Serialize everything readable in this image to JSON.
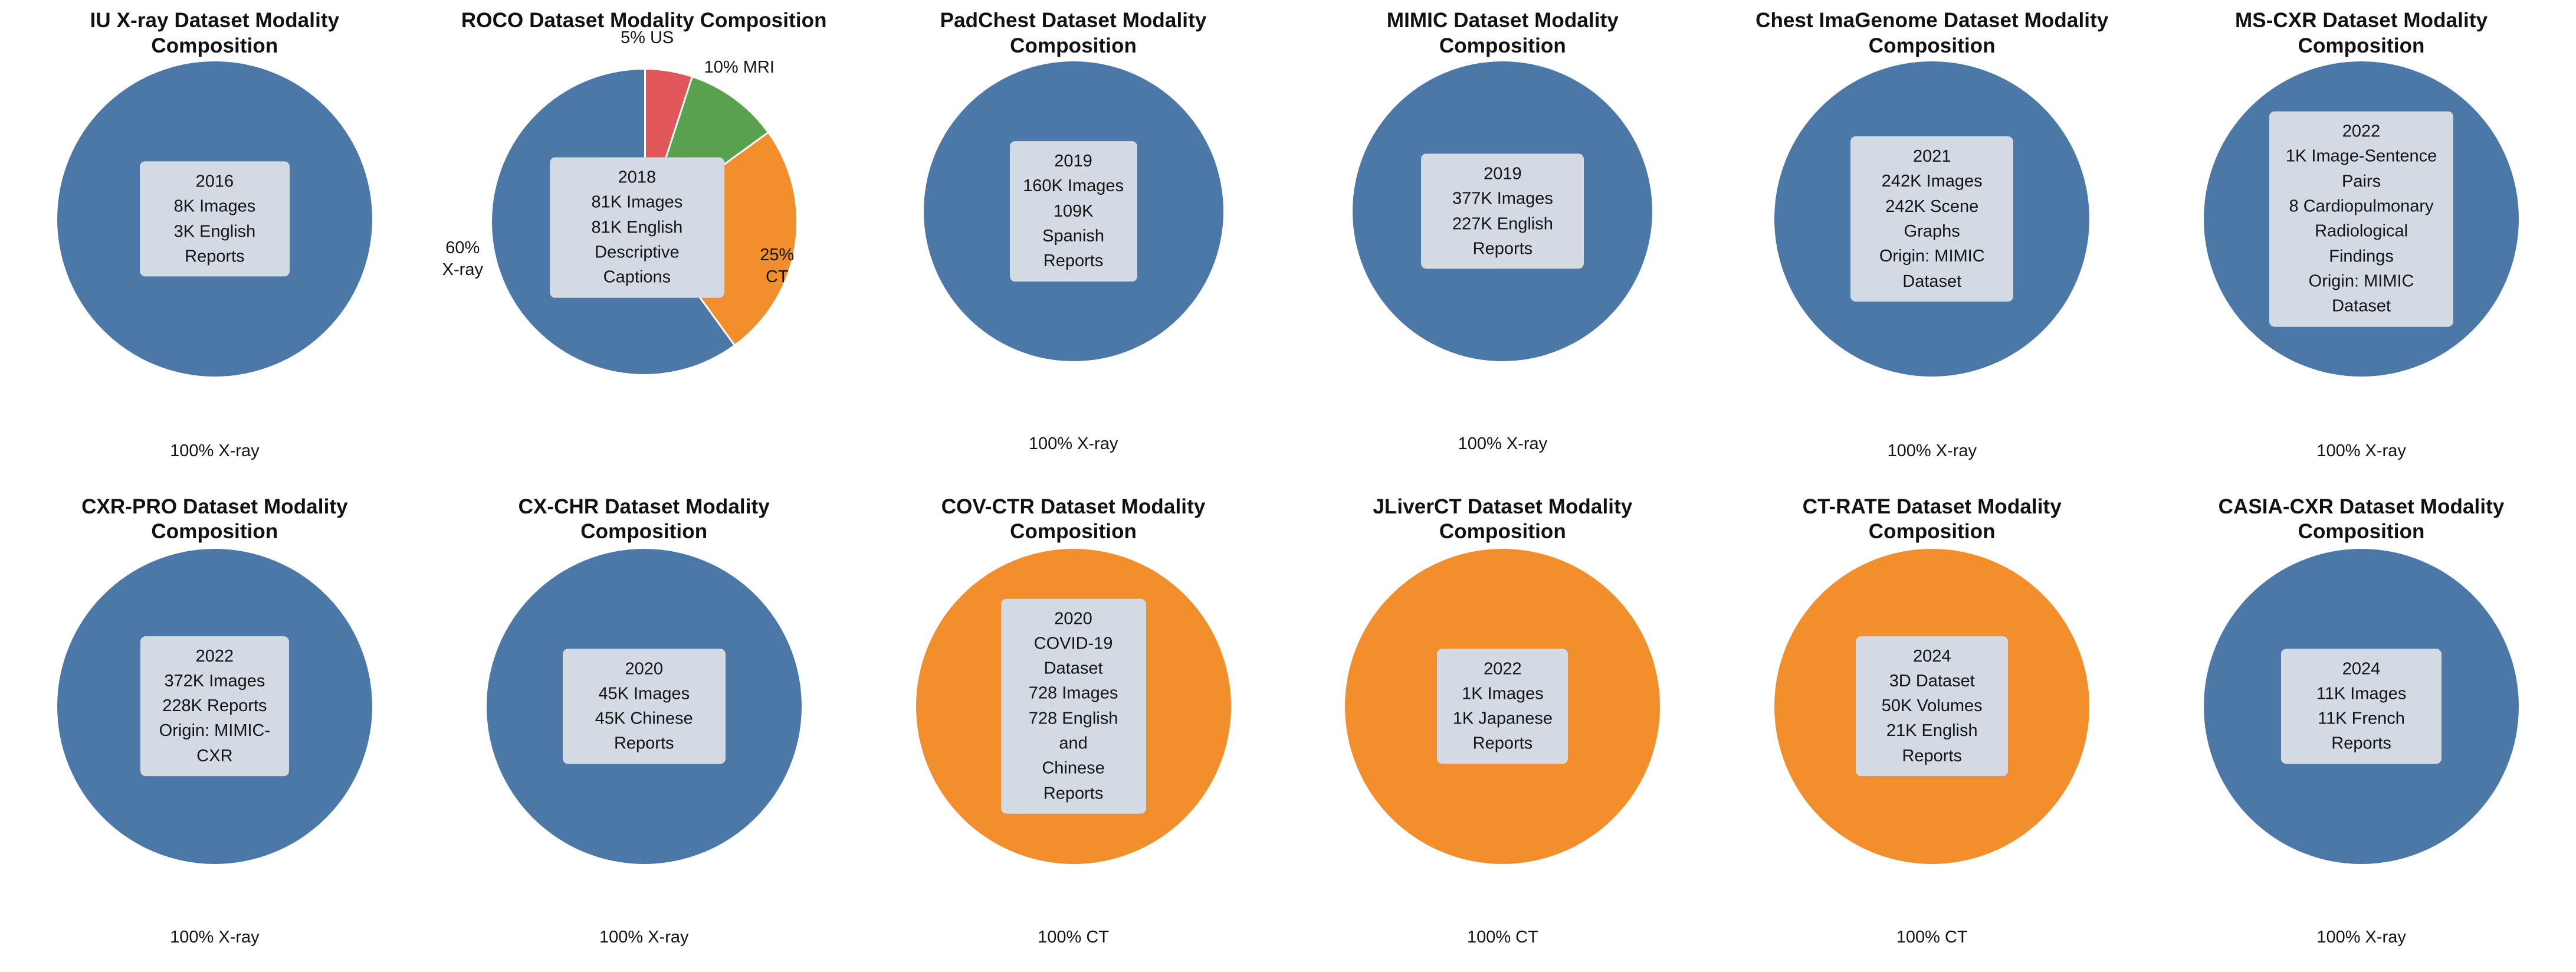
{
  "palette": {
    "xray": "#4c78a8",
    "ct": "#f28e2b",
    "mri": "#59a14f",
    "us": "#e15759",
    "label_box_bg": "#d3dae3",
    "background": "#ffffff",
    "text": "#141414"
  },
  "chart_data": [
    {
      "type": "pie",
      "title": "IU X-ray Dataset Modality\nComposition",
      "categories": [
        "X-ray"
      ],
      "values": [
        100
      ],
      "colors": [
        "#4c78a8"
      ],
      "slice_labels": [
        "100% X-ray"
      ],
      "legend": "outside-bottom",
      "annotation": "2016\n8K Images\n3K English Reports",
      "annotation_lines": [
        "2016",
        "8K Images",
        "3K English Reports"
      ],
      "bottom_label": "100% X-ray"
    },
    {
      "type": "pie",
      "title": "ROCO Dataset Modality Composition",
      "categories": [
        "X-ray",
        "US",
        "MRI",
        "CT"
      ],
      "values": [
        60,
        5,
        10,
        25
      ],
      "colors": [
        "#4c78a8",
        "#e15759",
        "#59a14f",
        "#f28e2b"
      ],
      "slice_labels": [
        "60%\nX-ray",
        "5% US",
        "10% MRI",
        "25%\nCT"
      ],
      "legend": "outside-slices",
      "annotation": "2018\n81K Images\n81K English\nDescriptive Captions",
      "annotation_lines": [
        "2018",
        "81K Images",
        "81K English",
        "Descriptive Captions"
      ],
      "label_us": "5% US",
      "label_mri": "10% MRI",
      "label_ct": "25%\nCT",
      "label_xray": "60%\nX-ray"
    },
    {
      "type": "pie",
      "title": "PadChest Dataset Modality\nComposition",
      "categories": [
        "X-ray"
      ],
      "values": [
        100
      ],
      "colors": [
        "#4c78a8"
      ],
      "slice_labels": [
        "100% X-ray"
      ],
      "legend": "outside-bottom",
      "annotation": "2019\n160K Images\n109K Spanish\nReports",
      "annotation_lines": [
        "2019",
        "160K Images",
        "109K Spanish",
        "Reports"
      ],
      "bottom_label": "100% X-ray"
    },
    {
      "type": "pie",
      "title": "MIMIC Dataset Modality\nComposition",
      "categories": [
        "X-ray"
      ],
      "values": [
        100
      ],
      "colors": [
        "#4c78a8"
      ],
      "slice_labels": [
        "100% X-ray"
      ],
      "legend": "outside-bottom",
      "annotation": "2019\n377K Images\n227K English Reports",
      "annotation_lines": [
        "2019",
        "377K Images",
        "227K English Reports"
      ],
      "bottom_label": "100% X-ray"
    },
    {
      "type": "pie",
      "title": "Chest ImaGenome Dataset Modality\nComposition",
      "categories": [
        "X-ray"
      ],
      "values": [
        100
      ],
      "colors": [
        "#4c78a8"
      ],
      "slice_labels": [
        "100% X-ray"
      ],
      "legend": "outside-bottom",
      "annotation": "2021\n242K Images\n242K Scene Graphs\nOrigin: MIMIC Dataset",
      "annotation_lines": [
        "2021",
        "242K Images",
        "242K Scene Graphs",
        "Origin: MIMIC Dataset"
      ],
      "bottom_label": "100% X-ray"
    },
    {
      "type": "pie",
      "title": "MS-CXR Dataset Modality\nComposition",
      "categories": [
        "X-ray"
      ],
      "values": [
        100
      ],
      "colors": [
        "#4c78a8"
      ],
      "slice_labels": [
        "100% X-ray"
      ],
      "legend": "outside-bottom",
      "annotation": "2022\n1K Image-Sentence Pairs\n8 Cardiopulmonary\nRadiological Findings\nOrigin: MIMIC Dataset",
      "annotation_lines": [
        "2022",
        "1K Image-Sentence Pairs",
        "8 Cardiopulmonary",
        "Radiological Findings",
        "Origin: MIMIC Dataset"
      ],
      "bottom_label": "100% X-ray"
    },
    {
      "type": "pie",
      "title": "CXR-PRO Dataset Modality\nComposition",
      "categories": [
        "X-ray"
      ],
      "values": [
        100
      ],
      "colors": [
        "#4c78a8"
      ],
      "slice_labels": [
        "100% X-ray"
      ],
      "legend": "outside-bottom",
      "annotation": "2022\n372K Images\n228K Reports\nOrigin: MIMIC-CXR",
      "annotation_lines": [
        "2022",
        "372K Images",
        "228K Reports",
        "Origin: MIMIC-CXR"
      ],
      "bottom_label": "100% X-ray"
    },
    {
      "type": "pie",
      "title": "CX-CHR Dataset Modality\nComposition",
      "categories": [
        "X-ray"
      ],
      "values": [
        100
      ],
      "colors": [
        "#4c78a8"
      ],
      "slice_labels": [
        "100% X-ray"
      ],
      "legend": "outside-bottom",
      "annotation": "2020\n45K Images\n45K Chinese Reports",
      "annotation_lines": [
        "2020",
        "45K Images",
        "45K Chinese Reports"
      ],
      "bottom_label": "100% X-ray"
    },
    {
      "type": "pie",
      "title": "COV-CTR Dataset Modality\nComposition",
      "categories": [
        "CT"
      ],
      "values": [
        100
      ],
      "colors": [
        "#f28e2b"
      ],
      "slice_labels": [
        "100% CT"
      ],
      "legend": "outside-bottom",
      "annotation": "2020\nCOVID-19 Dataset\n728 Images\n728 English and\nChinese Reports",
      "annotation_lines": [
        "2020",
        "COVID-19 Dataset",
        "728 Images",
        "728 English and",
        "Chinese Reports"
      ],
      "bottom_label": "100% CT"
    },
    {
      "type": "pie",
      "title": "JLiverCT Dataset Modality\nComposition",
      "categories": [
        "CT"
      ],
      "values": [
        100
      ],
      "colors": [
        "#f28e2b"
      ],
      "slice_labels": [
        "100% CT"
      ],
      "legend": "outside-bottom",
      "annotation": "2022\n1K Images\n1K Japanese\nReports",
      "annotation_lines": [
        "2022",
        "1K Images",
        "1K Japanese",
        "Reports"
      ],
      "bottom_label": "100% CT"
    },
    {
      "type": "pie",
      "title": "CT-RATE Dataset Modality\nComposition",
      "categories": [
        "CT"
      ],
      "values": [
        100
      ],
      "colors": [
        "#f28e2b"
      ],
      "slice_labels": [
        "100% CT"
      ],
      "legend": "outside-bottom",
      "annotation": "2024\n3D Dataset\n50K Volumes\n21K English Reports",
      "annotation_lines": [
        "2024",
        "3D Dataset",
        "50K Volumes",
        "21K English Reports"
      ],
      "bottom_label": "100% CT"
    },
    {
      "type": "pie",
      "title": "CASIA-CXR Dataset Modality\nComposition",
      "categories": [
        "X-ray"
      ],
      "values": [
        100
      ],
      "colors": [
        "#4c78a8"
      ],
      "slice_labels": [
        "100% X-ray"
      ],
      "legend": "outside-bottom",
      "annotation": "2024\n11K Images\n11K French Reports",
      "annotation_lines": [
        "2024",
        "11K Images",
        "11K French Reports"
      ],
      "bottom_label": "100% X-ray"
    }
  ]
}
